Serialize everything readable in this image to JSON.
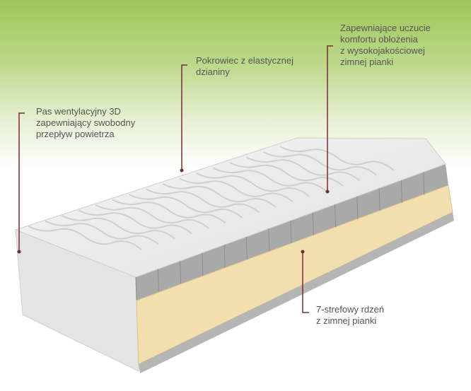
{
  "callouts": {
    "ventilation": {
      "lines": [
        "Pas wentylacyjny 3D",
        "zapewniający swobodny",
        "przepływ powietrza"
      ]
    },
    "cover": {
      "lines": [
        "Pokrowiec z elastycznej",
        "dzianiny"
      ]
    },
    "comfort": {
      "lines": [
        "Zapewniające uczucie",
        "komfortu obłożenia",
        "z wysokojakościowej",
        "zimnej pianki"
      ]
    },
    "core": {
      "lines": [
        "7-strefowy rdzeń",
        "z zimnej pianki"
      ]
    }
  },
  "colors": {
    "callout_line": "#7a2a33",
    "foam_core": "#f1dfae",
    "foam_gray": "#a9a9a9",
    "cover": "#efefef",
    "background_top": "#9fc45a"
  }
}
